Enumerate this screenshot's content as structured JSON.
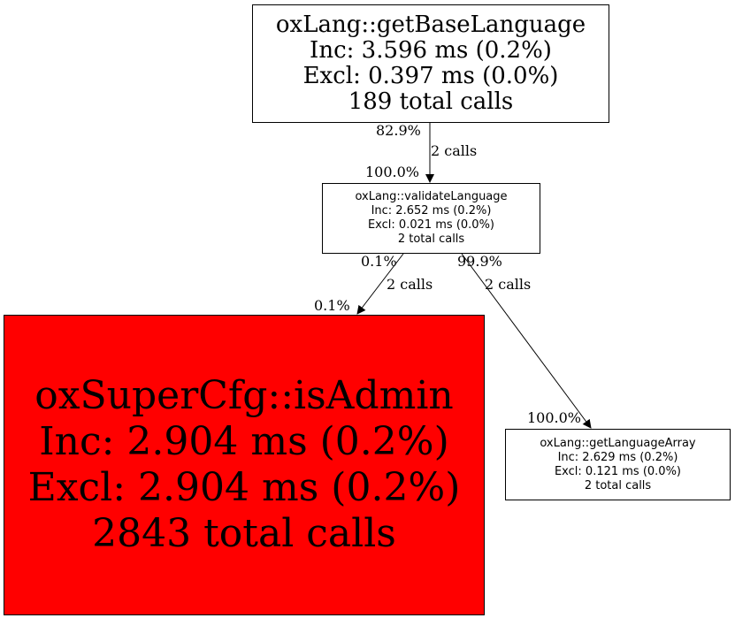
{
  "nodes": {
    "getBaseLanguage": {
      "name": "oxLang::getBaseLanguage",
      "inc": "Inc: 3.596 ms (0.2%)",
      "excl": "Excl: 0.397 ms (0.0%)",
      "calls": "189 total calls",
      "fill": "#ffffff"
    },
    "validateLanguage": {
      "name": "oxLang::validateLanguage",
      "inc": "Inc: 2.652 ms (0.2%)",
      "excl": "Excl: 0.021 ms (0.0%)",
      "calls": "2 total calls",
      "fill": "#ffffff"
    },
    "isAdmin": {
      "name": "oxSuperCfg::isAdmin",
      "inc": "Inc: 2.904 ms (0.2%)",
      "excl": "Excl: 2.904 ms (0.2%)",
      "calls": "2843 total calls",
      "fill": "#ff0000"
    },
    "getLanguageArray": {
      "name": "oxLang::getLanguageArray",
      "inc": "Inc: 2.629 ms (0.2%)",
      "excl": "Excl: 0.121 ms (0.0%)",
      "calls": "2 total calls",
      "fill": "#ffffff"
    }
  },
  "edges": [
    {
      "from": "oxLang::getBaseLanguage",
      "to": "oxLang::validateLanguage",
      "tail_pct": "82.9%",
      "calls": "2 calls",
      "head_pct": "100.0%"
    },
    {
      "from": "oxLang::validateLanguage",
      "to": "oxSuperCfg::isAdmin",
      "tail_pct": "0.1%",
      "calls": "2 calls",
      "head_pct": "0.1%"
    },
    {
      "from": "oxLang::validateLanguage",
      "to": "oxLang::getLanguageArray",
      "tail_pct": "99.9%",
      "calls": "2 calls",
      "head_pct": "100.0%"
    }
  ]
}
